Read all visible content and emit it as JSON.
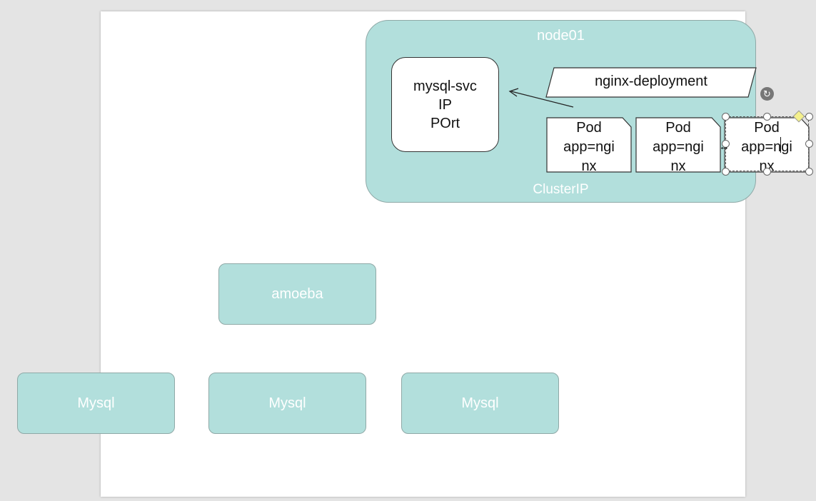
{
  "node": {
    "title": "node01",
    "footer": "ClusterIP"
  },
  "service": {
    "lines": [
      "mysql-svc",
      "IP",
      "POrt"
    ]
  },
  "deployment": {
    "label": "nginx-deployment"
  },
  "pods": [
    {
      "lines": [
        "Pod",
        "app=ngi",
        "nx"
      ]
    },
    {
      "lines": [
        "Pod",
        "app=ngi",
        "nx"
      ]
    },
    {
      "lines": [
        "Pod",
        "app=ngi",
        "nx"
      ]
    }
  ],
  "proxy": {
    "label": "amoeba"
  },
  "databases": [
    {
      "label": "Mysql"
    },
    {
      "label": "Mysql"
    },
    {
      "label": "Mysql"
    }
  ],
  "colors": {
    "teal_fill": "#b2dfdc",
    "white_text": "#ffffff"
  },
  "icons": {
    "rotate": "↻",
    "resize": "↔"
  }
}
